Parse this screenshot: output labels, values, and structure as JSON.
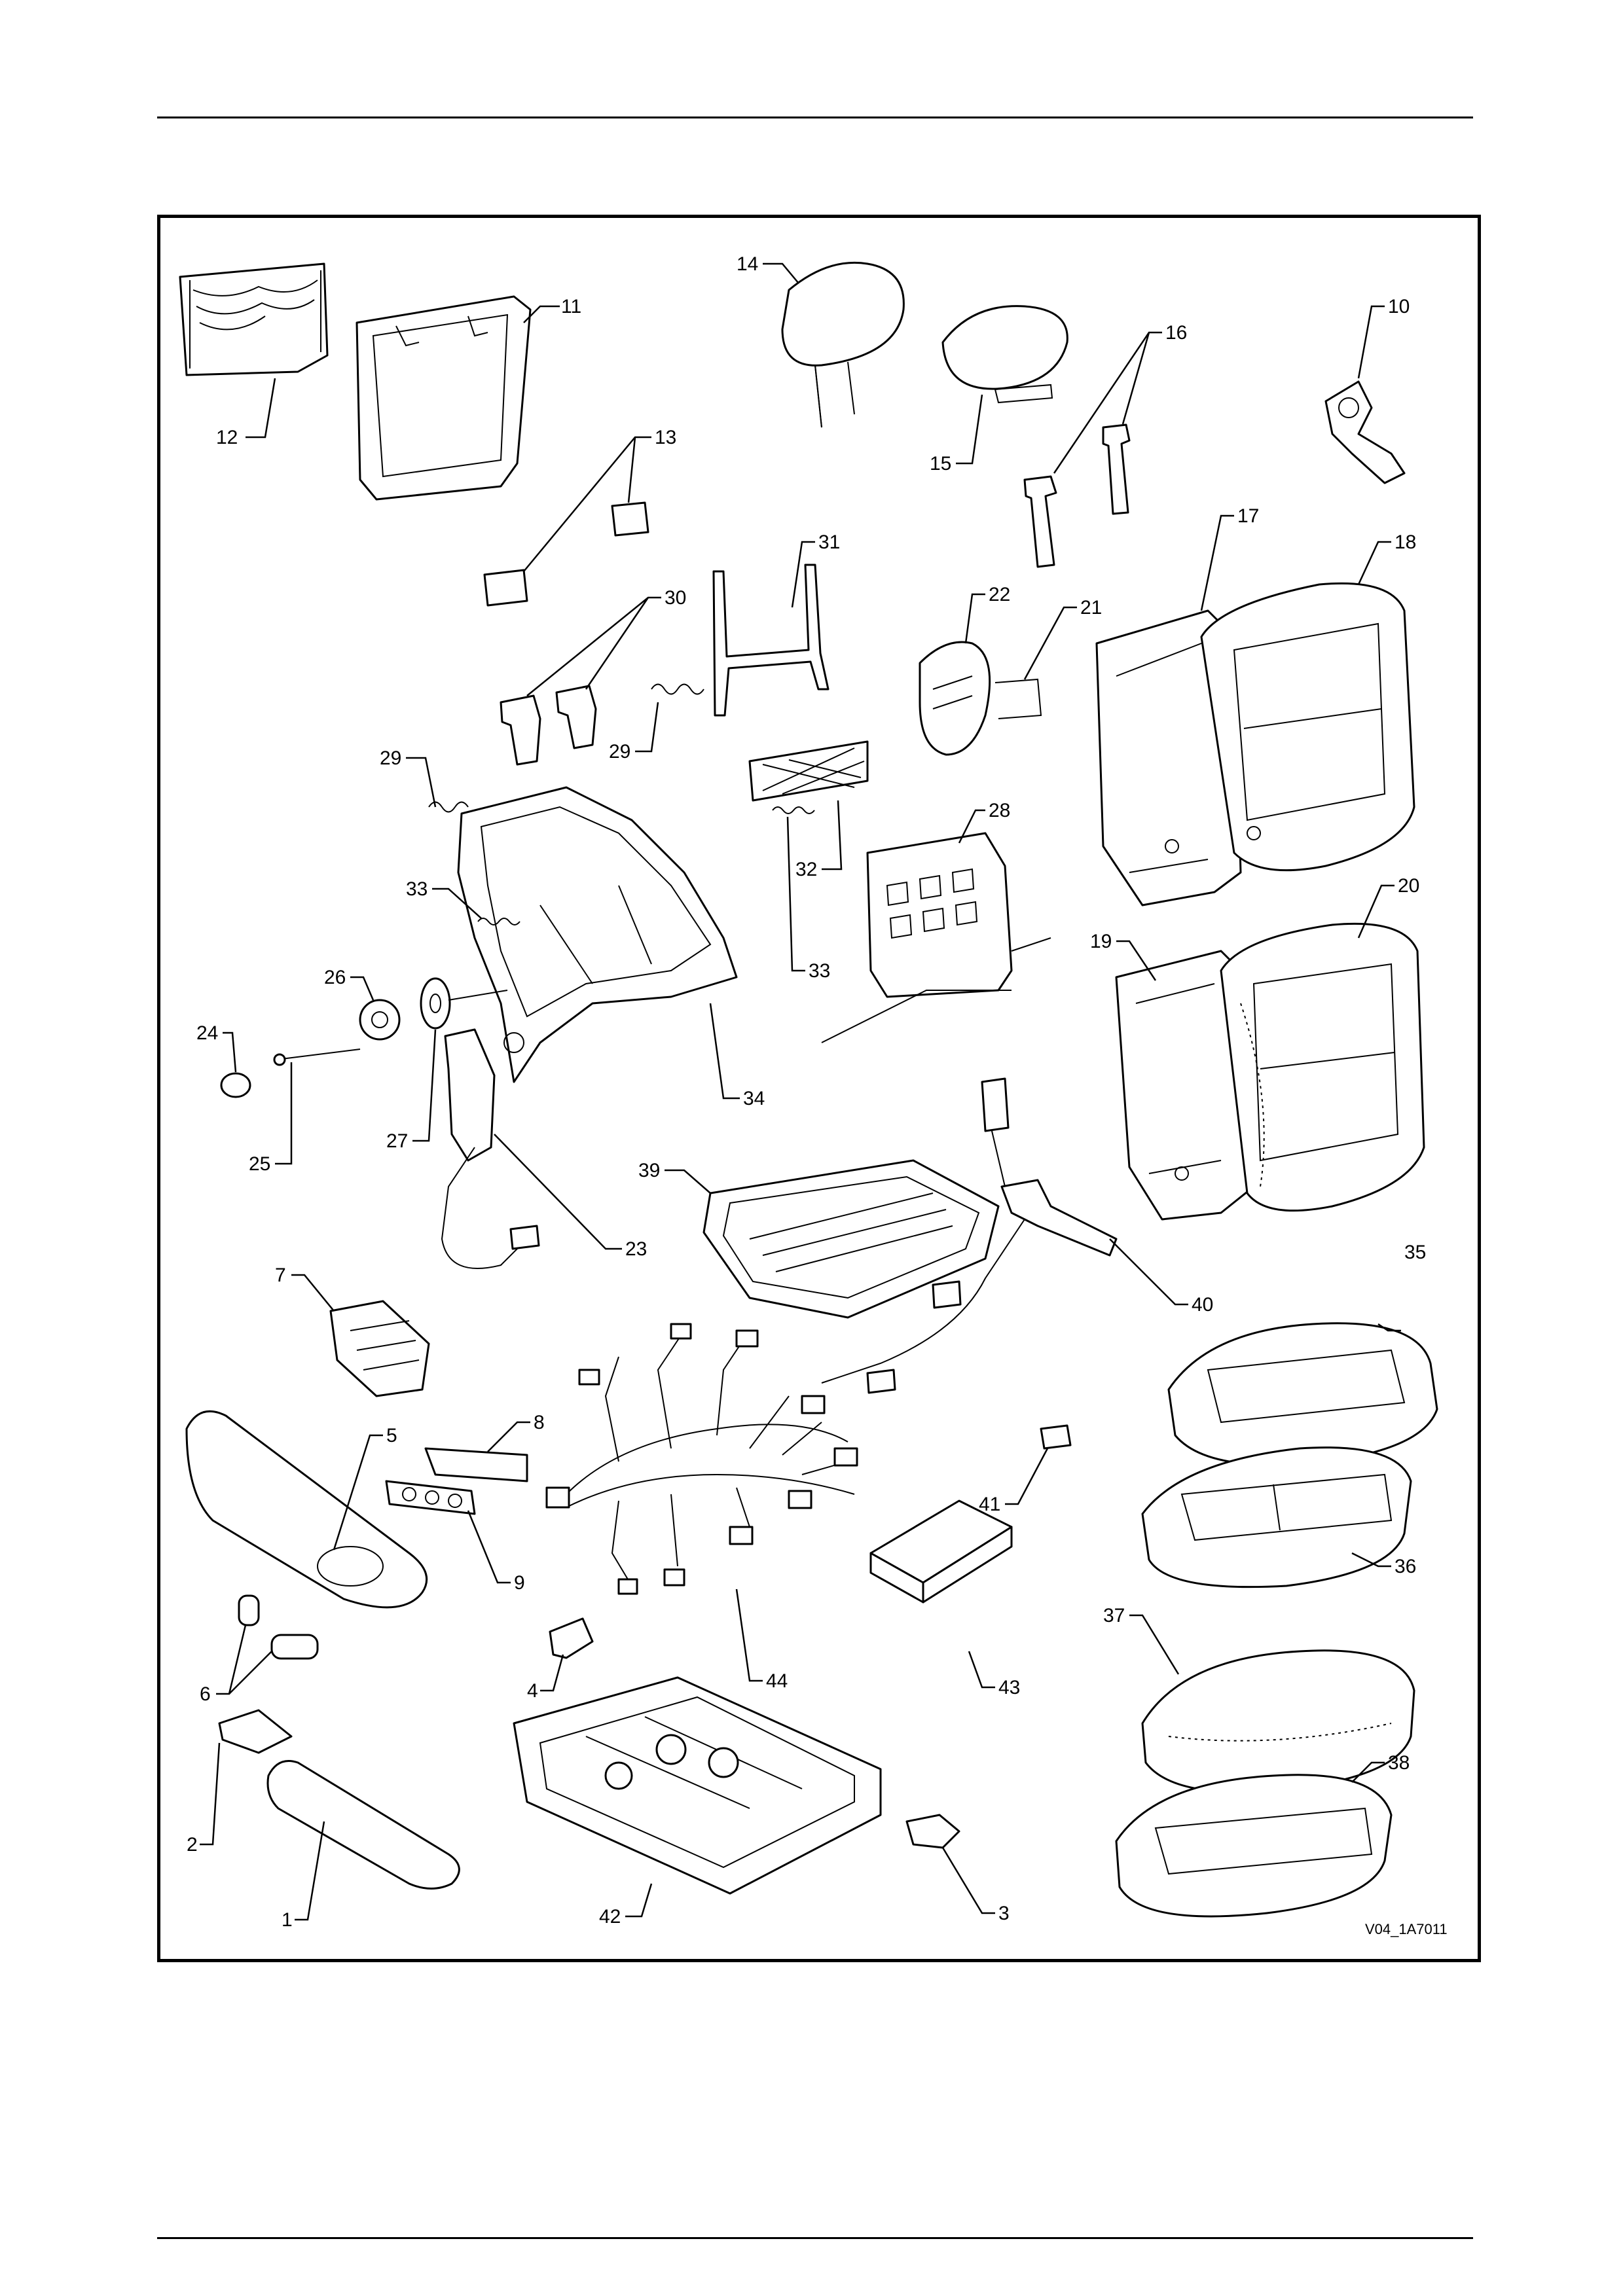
{
  "diagram": {
    "reference_code": "V04_1A7011",
    "callouts": [
      {
        "id": "c12a",
        "text": "12"
      },
      {
        "id": "c11",
        "text": "11"
      },
      {
        "id": "c14",
        "text": "14"
      },
      {
        "id": "c10",
        "text": "10"
      },
      {
        "id": "c15",
        "text": "15"
      },
      {
        "id": "c16",
        "text": "16"
      },
      {
        "id": "c13",
        "text": "13"
      },
      {
        "id": "c31",
        "text": "31"
      },
      {
        "id": "c17",
        "text": "17"
      },
      {
        "id": "c18",
        "text": "18"
      },
      {
        "id": "c30",
        "text": "30"
      },
      {
        "id": "c22",
        "text": "22"
      },
      {
        "id": "c21",
        "text": "21"
      },
      {
        "id": "c29a",
        "text": "29"
      },
      {
        "id": "c29b",
        "text": "29"
      },
      {
        "id": "c32",
        "text": "32"
      },
      {
        "id": "c28",
        "text": "28"
      },
      {
        "id": "c33a",
        "text": "33"
      },
      {
        "id": "c33b",
        "text": "33"
      },
      {
        "id": "c20",
        "text": "20"
      },
      {
        "id": "c19",
        "text": "19"
      },
      {
        "id": "c26",
        "text": "26"
      },
      {
        "id": "c24",
        "text": "24"
      },
      {
        "id": "c34",
        "text": "34"
      },
      {
        "id": "c25",
        "text": "25"
      },
      {
        "id": "c27",
        "text": "27"
      },
      {
        "id": "c39",
        "text": "39"
      },
      {
        "id": "c23",
        "text": "23"
      },
      {
        "id": "c7",
        "text": "7"
      },
      {
        "id": "c35",
        "text": "35"
      },
      {
        "id": "c40",
        "text": "40"
      },
      {
        "id": "c8",
        "text": "8"
      },
      {
        "id": "c5",
        "text": "5"
      },
      {
        "id": "c41",
        "text": "41"
      },
      {
        "id": "c9",
        "text": "9"
      },
      {
        "id": "c36",
        "text": "36"
      },
      {
        "id": "c37",
        "text": "37"
      },
      {
        "id": "c6",
        "text": "6"
      },
      {
        "id": "c44",
        "text": "44"
      },
      {
        "id": "c43",
        "text": "43"
      },
      {
        "id": "c4",
        "text": "4"
      },
      {
        "id": "c38",
        "text": "38"
      },
      {
        "id": "c2",
        "text": "2"
      },
      {
        "id": "c42",
        "text": "42"
      },
      {
        "id": "c3",
        "text": "3"
      },
      {
        "id": "c1",
        "text": "1"
      }
    ]
  }
}
